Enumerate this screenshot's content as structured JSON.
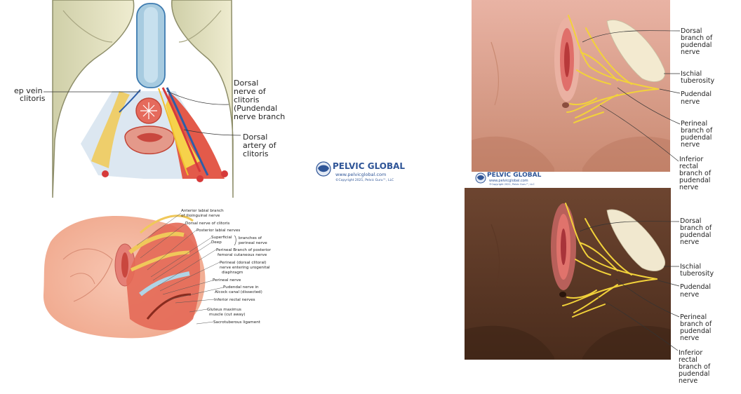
{
  "brand": {
    "name": "PELVIC GLOBAL",
    "url": "www.pelvicglobal.com",
    "copyright": "©Copyright 2021, Pelvic Guru™, LLC"
  },
  "panel_cross_section": {
    "labels": {
      "deep_vein_l1": "ep vein",
      "deep_vein_l2": "clitoris",
      "dorsal_nerve_l1": "Dorsal",
      "dorsal_nerve_l2": "nerve of",
      "dorsal_nerve_l3": "clitoris",
      "dorsal_nerve_l4": "(Pundendal",
      "dorsal_nerve_l5": "nerve branch",
      "dorsal_artery_l1": "Dorsal",
      "dorsal_artery_l2": "artery of",
      "dorsal_artery_l3": "clitoris"
    }
  },
  "panel_perineum": {
    "labels": [
      "Anterior labial branch",
      "of ilioinguinal nerve",
      "Dorsal nerve of clitoris",
      "Posterior labial nerves",
      "Superficial",
      "Deep",
      "branches of",
      "perineal nerve",
      "Perineal Branch of posterior",
      "femoral cutaneous nerve",
      "Perineal (dorsal clitoral)",
      "nerve entering urogenital",
      "diaphragm",
      "Perineal nerve",
      "Pudendal nerve in",
      "Alcock canal (dissected)",
      "Inferior rectal nerves",
      "Gluteus maximus",
      "muscle (cut away)",
      "Sacrotuberous ligament"
    ]
  },
  "panel_light": {
    "labels": {
      "dorsal_l1": "Dorsal",
      "dorsal_l2": "branch of",
      "dorsal_l3": "pudendal",
      "dorsal_l4": "nerve",
      "ischial_l1": "Ischial",
      "ischial_l2": "tuberosity",
      "pudendal_l1": "Pudendal",
      "pudendal_l2": "nerve",
      "perineal_l1": "Perineal",
      "perineal_l2": "branch of",
      "perineal_l3": "pudendal",
      "perineal_l4": "nerve",
      "rectal_l1": "Inferior",
      "rectal_l2": "rectal",
      "rectal_l3": "branch of",
      "rectal_l4": "pudendal",
      "rectal_l5": "nerve"
    }
  },
  "panel_dark": {
    "labels": {
      "dorsal_l1": "Dorsal",
      "dorsal_l2": "branch of",
      "dorsal_l3": "pudendal",
      "dorsal_l4": "nerve",
      "ischial_l1": "Ischial",
      "ischial_l2": "tuberosity",
      "pudendal_l1": "Pudendal",
      "pudendal_l2": "nerve",
      "perineal_l1": "Perineal",
      "perineal_l2": "branch of",
      "perineal_l3": "pudendal",
      "perineal_l4": "nerve",
      "rectal_l1": "Inferior",
      "rectal_l2": "rectal",
      "rectal_l3": "branch of",
      "rectal_l4": "pudendal",
      "rectal_l5": "nerve"
    }
  }
}
